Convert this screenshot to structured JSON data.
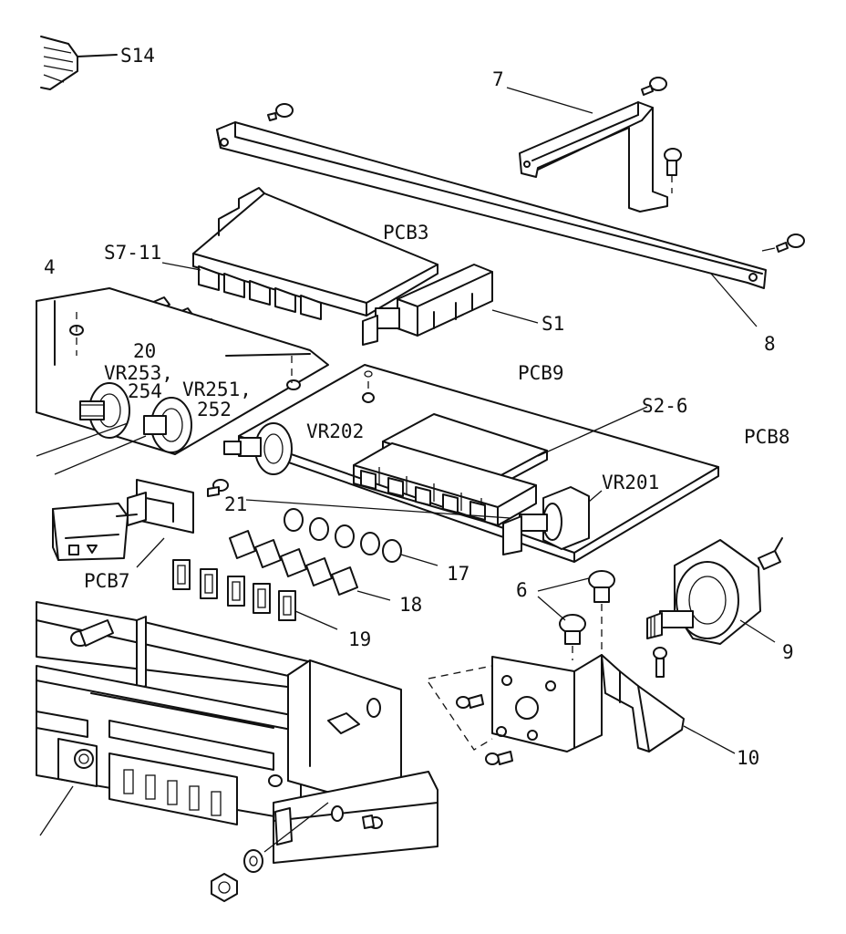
{
  "callouts": {
    "s14": "S14",
    "part7": "7",
    "part8": "8",
    "pcb3": "PCB3",
    "s7_11": "S7-11",
    "four": "4",
    "s1": "S1",
    "part20": "20",
    "vr253": "VR253,",
    "n254": "254",
    "vr251": "VR251,",
    "n252": "252",
    "pcb9": "PCB9",
    "s2_6": "S2-6",
    "pcb8": "PCB8",
    "vr202": "VR202",
    "vr201": "VR201",
    "part21": "21",
    "part17": "17",
    "pcb7": "PCB7",
    "part18": "18",
    "part19": "19",
    "part6": "6",
    "part9": "9",
    "part10": "10"
  }
}
